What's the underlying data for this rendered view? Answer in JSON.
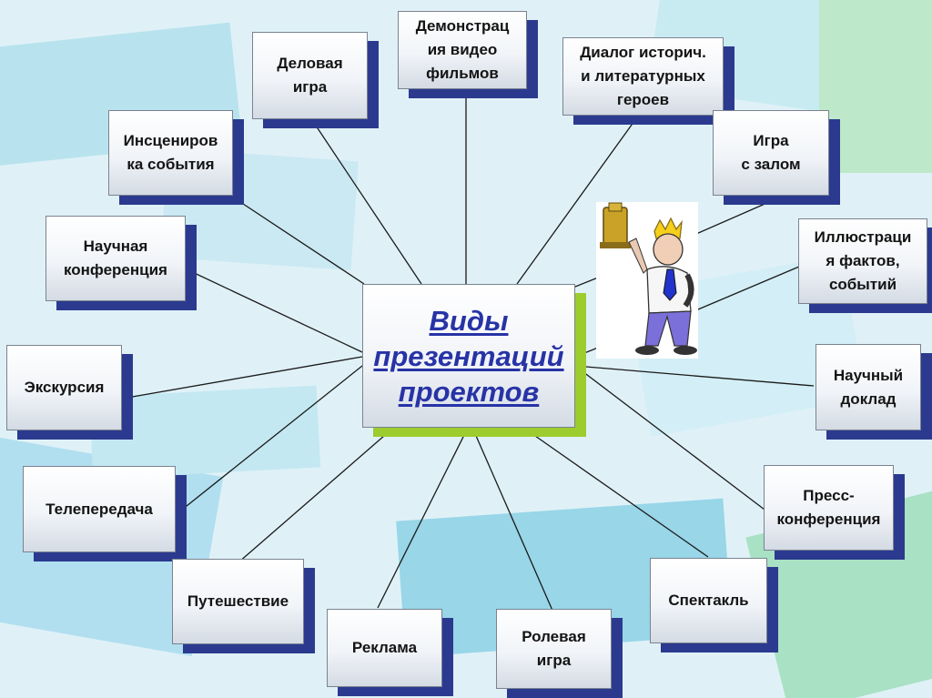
{
  "center": {
    "label": "Виды\nпрезентаций\nпроектов"
  },
  "nodes": {
    "delovaya": "Деловая\nигра",
    "demonstraciya": "Демонстрац\nия видео\nфильмов",
    "dialog": "Диалог историч.\nи литературных\nгероев",
    "inscenirovka": "Инсцениров\nка события",
    "igra_zal": "Игра\nс залом",
    "nauch_konf": "Научная\nконференция",
    "illyustraciya": "Иллюстраци\nя фактов,\nсобытий",
    "ekskursiya": "Экскурсия",
    "nauch_doklad": "Научный\nдоклад",
    "teleperedacha": "Телепередача",
    "press": "Пресс-\nконференция",
    "puteshestvie": "Путешествие",
    "spektakl": "Спектакль",
    "reklama": "Реклама",
    "rolevaya": "Ролевая\nигра"
  },
  "colors": {
    "background": "#dff1f7",
    "box_shadow": "#2b3a8f",
    "center_shadow": "#9ccc2e",
    "center_text": "#2733a6",
    "line": "#1a1a1a"
  },
  "illustration": {
    "icon": "man-with-trophy-icon"
  }
}
